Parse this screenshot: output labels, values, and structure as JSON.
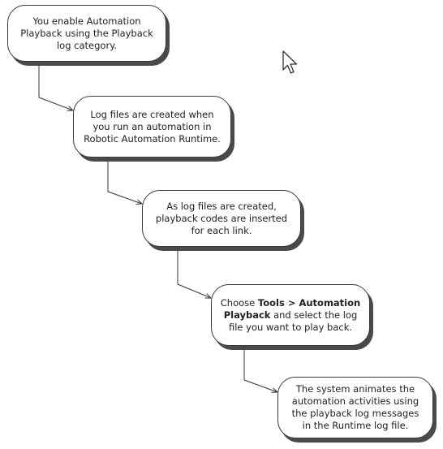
{
  "steps": [
    {
      "text": "You enable Automation Playback using the Playback log category."
    },
    {
      "text": "Log files are created when you run an automation in Robotic Automation Runtime."
    },
    {
      "text": "As log files are created, playback codes are inserted for each link."
    },
    {
      "before": "Choose ",
      "bold": "Tools > Automation Playback",
      "after": " and select the log file you want to play back."
    },
    {
      "text": "The system animates the automation activities using the playback log messages in the Runtime log file."
    }
  ],
  "icons": {
    "pointer": "mouse-pointer-icon"
  }
}
